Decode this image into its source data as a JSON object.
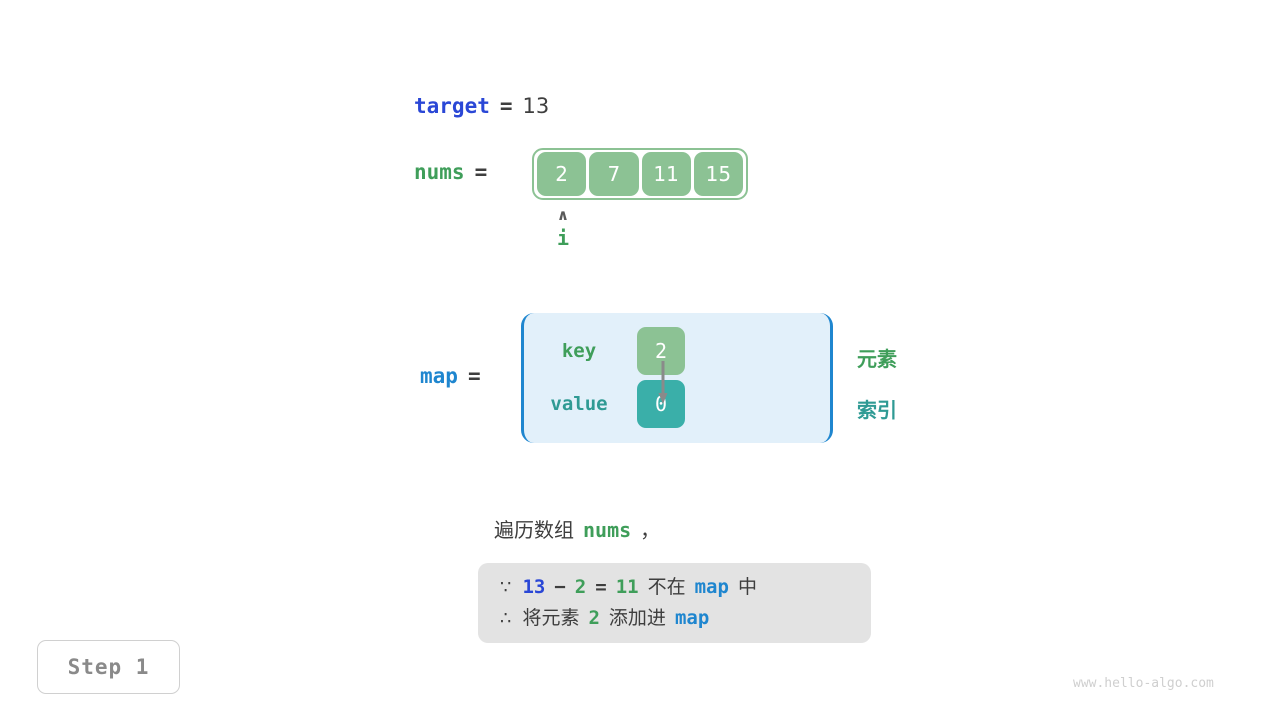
{
  "target": {
    "name": "target",
    "equals": "=",
    "value": "13"
  },
  "nums": {
    "name": "nums",
    "equals": "=",
    "cells": [
      "2",
      "7",
      "11",
      "15"
    ]
  },
  "pointer": {
    "caret": "∧",
    "label": "i"
  },
  "map": {
    "name": "map",
    "equals": "=",
    "key_label": "key",
    "value_label": "value",
    "key_cell": "2",
    "value_cell": "0",
    "note_element": "元素",
    "note_index": "索引"
  },
  "caption": {
    "prefix": "遍历数组",
    "code": "nums",
    "suffix": "，"
  },
  "info": {
    "line1": {
      "symbol": "∵",
      "a": "13",
      "minus": "−",
      "b": "2",
      "eq": "=",
      "c": "11",
      "text": "不在",
      "map": "map",
      "tail": "中"
    },
    "line2": {
      "symbol": "∴",
      "text1": "将元素",
      "num": "2",
      "text2": "添加进",
      "map": "map"
    }
  },
  "step_badge": "Step 1",
  "watermark": "www.hello-algo.com",
  "colors": {
    "green": "#3f9e5a",
    "cell_green": "#8cc294",
    "teal": "#3aafa9",
    "teal_text": "#2f9a94",
    "blue_deep": "#2a47d6",
    "blue_light": "#1f86cf",
    "map_bg": "#e2f0fa",
    "info_bg": "#e3e3e3",
    "gray_text": "#3e3e3e"
  }
}
